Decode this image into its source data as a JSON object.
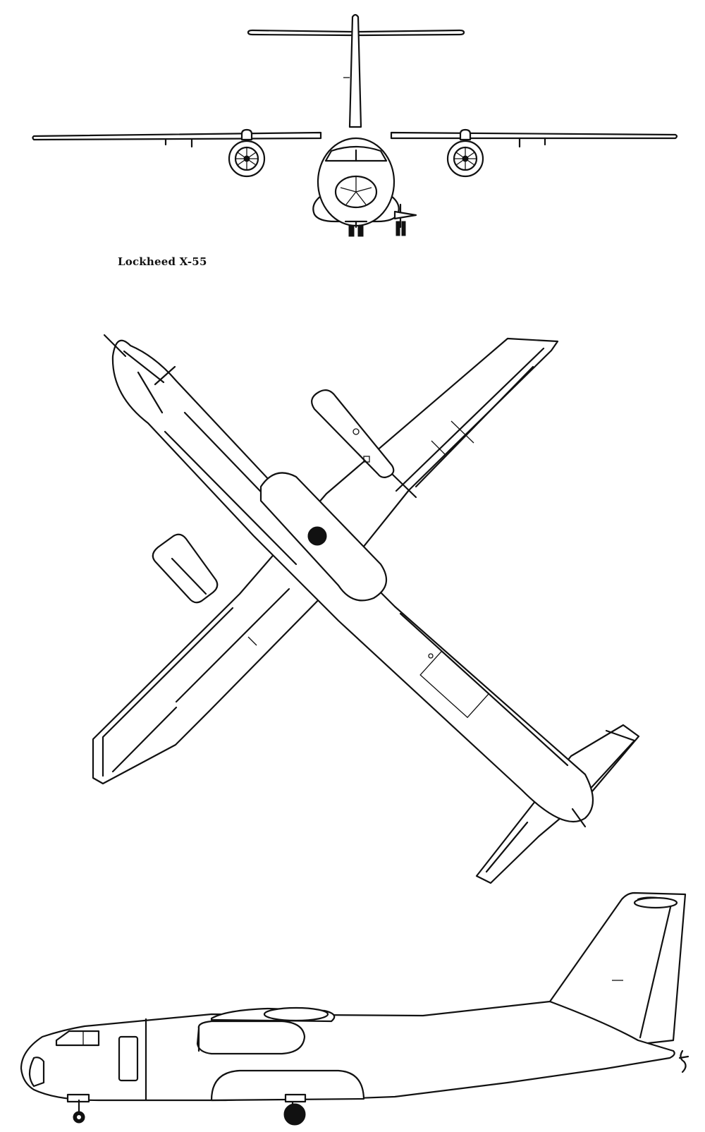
{
  "caption": "Lockheed X-55",
  "views": [
    {
      "name": "front-view"
    },
    {
      "name": "top-view"
    },
    {
      "name": "side-view"
    }
  ],
  "colors": {
    "line": "#111111",
    "background": "#ffffff"
  }
}
